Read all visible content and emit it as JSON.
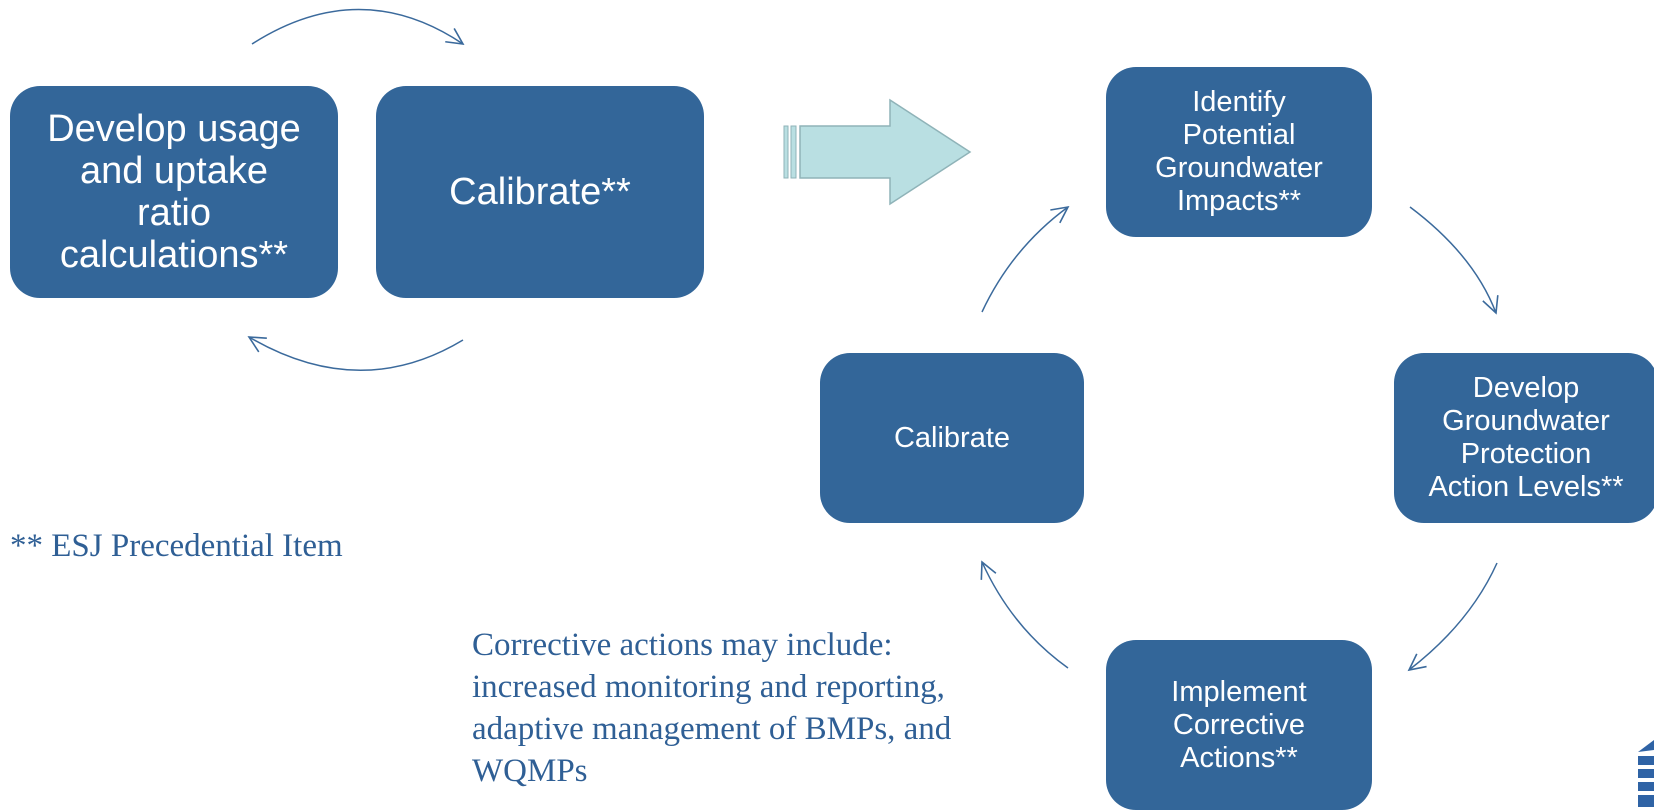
{
  "left_cycle": {
    "box1": "Develop usage\nand uptake\nratio\ncalculations**",
    "box2": "Calibrate**"
  },
  "right_cycle": {
    "identify": "Identify\nPotential\nGroundwater\nImpacts**",
    "develop": "Develop\nGroundwater\nProtection\nAction Levels**",
    "implement": "Implement\nCorrective\nActions**",
    "calibrate": "Calibrate"
  },
  "notes": {
    "footnote": "** ESJ Precedential Item",
    "corrective": "Corrective actions may include:\nincreased monitoring and reporting,\nadaptive management of BMPs, and\nWQMPs"
  },
  "colors": {
    "box": "#336699",
    "box_text": "#ffffff",
    "arrow_line": "#3b6a9c",
    "block_arrow_fill": "#b9dfe2",
    "block_arrow_stroke": "#8fb3b8",
    "note_text": "#2f5f95"
  },
  "icons": {
    "curved_arrow": "curved-arrow-icon",
    "block_arrow": "block-right-arrow-icon",
    "logo": "corner-logo-icon"
  }
}
